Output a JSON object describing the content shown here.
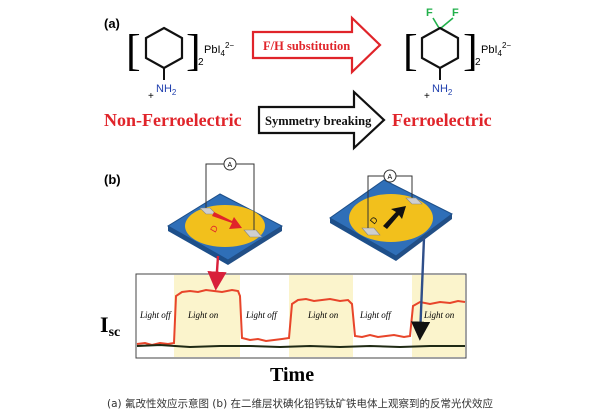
{
  "panel_a": {
    "label": "(a)",
    "formula": "PbI",
    "formula_sub": "4",
    "formula_charge": "2−",
    "bracket_sub": "2",
    "amine": "NH",
    "amine_sub": "2",
    "plus": "+",
    "fluorine": "F",
    "substitution_label": "F/H substitution",
    "left_state": "Non-Ferroelectric",
    "right_state": "Ferroelectric",
    "arrow_label": "Symmetry breaking"
  },
  "panel_b": {
    "label": "(b)",
    "meter_symbol": "A",
    "dipole_label": "D",
    "y_axis": "I",
    "y_axis_sub": "sc",
    "x_axis": "Time",
    "light_off_1": "Light off",
    "light_on_1": "Light on",
    "light_off_2": "Light off",
    "light_on_2": "Light on",
    "light_off_3": "Light off",
    "light_on_3": "Light on"
  },
  "colors": {
    "red": "#e0242a",
    "blue": "#2f6fb8",
    "yellow": "#f2c01c",
    "highlight": "#fbf4cc",
    "signal": "#e8452a"
  },
  "caption": "(a) 氟改性效应示意图  (b) 在二维层状碘化铅钙钛矿铁电体上观察到的反常光伏效应"
}
